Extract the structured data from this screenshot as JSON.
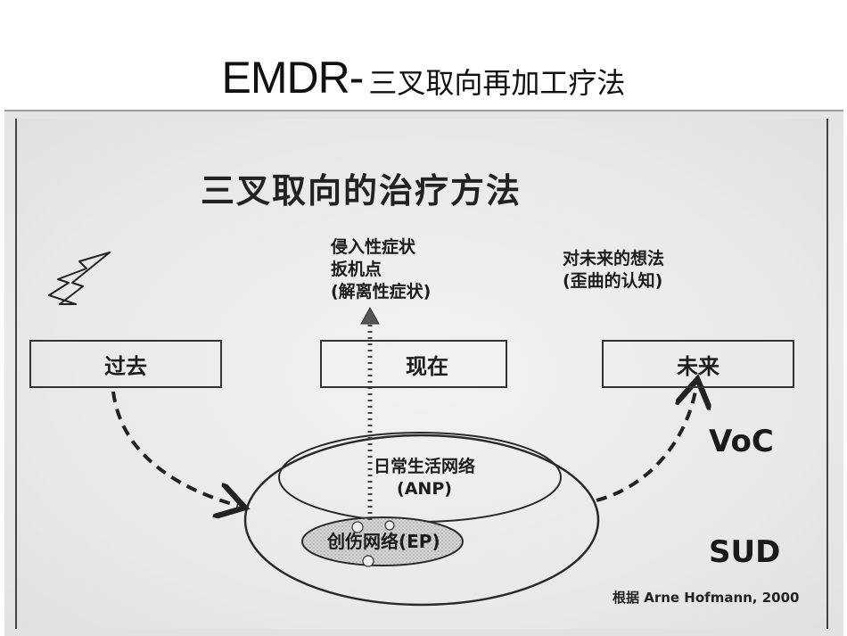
{
  "slide": {
    "title_en": "EMDR-",
    "title_zh": "三叉取向再加工疗法"
  },
  "diagram": {
    "heading": "三叉取向的治疗方法",
    "boxes": {
      "past": "过去",
      "present": "现在",
      "future": "未来"
    },
    "present_note": [
      "侵入性症状",
      "扳机点",
      "(解离性症状)"
    ],
    "future_note": [
      "对未来的想法",
      "(歪曲的认知)"
    ],
    "anp_label": [
      "日常生活网络",
      "(ANP)"
    ],
    "ep_label": "创伤网络(EP)",
    "voc_label": "VoC",
    "sud_label": "SUD",
    "credit": "根据 Arne Hofmann, 2000",
    "icons": [
      "lightning-icon",
      "dashed-arrow-icon",
      "dotted-arrow-icon"
    ]
  }
}
